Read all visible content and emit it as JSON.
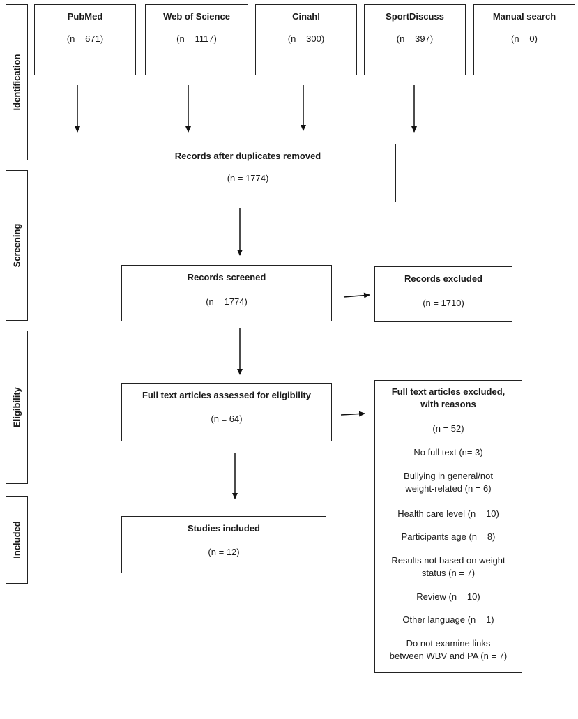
{
  "phases": {
    "identification": "Identification",
    "screening": "Screening",
    "eligibility": "Eligibility",
    "included": "Included"
  },
  "sources": [
    {
      "name": "PubMed",
      "count": "(n = 671)"
    },
    {
      "name": "Web of Science",
      "count": "(n = 1117)"
    },
    {
      "name": "Cinahl",
      "count": "(n = 300)"
    },
    {
      "name": "SportDiscuss",
      "count": "(n = 397)"
    },
    {
      "name": "Manual search",
      "count": "(n = 0)"
    }
  ],
  "duplicates_removed": {
    "title": "Records after duplicates removed",
    "count": "(n = 1774)"
  },
  "screened": {
    "title": "Records screened",
    "count": "(n = 1774)"
  },
  "excluded": {
    "title": "Records excluded",
    "count": "(n = 1710)"
  },
  "assessed": {
    "title": "Full text articles assessed for eligibility",
    "count": "(n = 64)"
  },
  "fulltext_excluded": {
    "title_line1": "Full text articles excluded,",
    "title_line2": "with reasons",
    "count": "(n = 52)",
    "reasons": [
      "No full text (n= 3)",
      "Bullying in general/not",
      "weight-related (n = 6)",
      "Health care level (n = 10)",
      "Participants age (n = 8)",
      "Results not based on weight",
      "status (n = 7)",
      "Review (n = 10)",
      "Other language (n = 1)",
      "Do not examine links",
      "between WBV and PA (n = 7)"
    ]
  },
  "included": {
    "title": "Studies included",
    "count": "(n = 12)"
  }
}
